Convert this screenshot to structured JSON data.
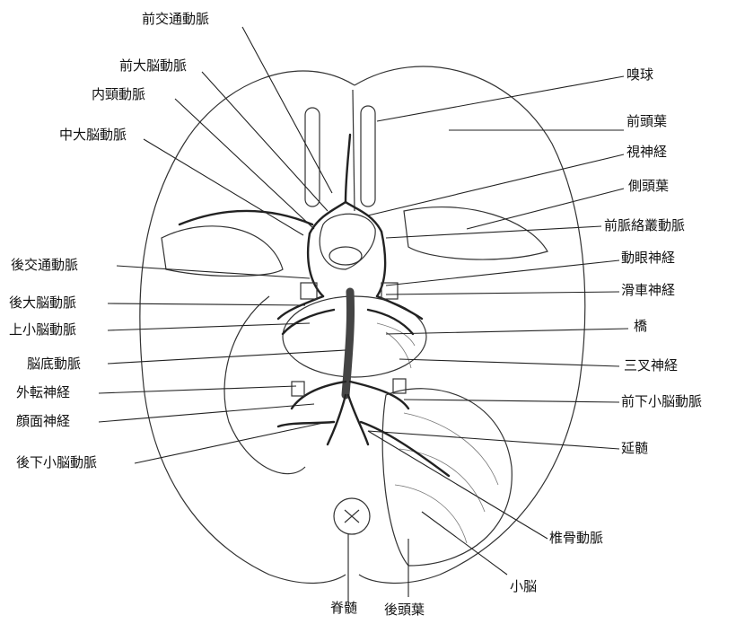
{
  "labels": {
    "anterior_communicating_artery": "前交通動脈",
    "anterior_cerebral_artery": "前大脳動脈",
    "internal_carotid_artery": "内頸動脈",
    "middle_cerebral_artery": "中大脳動脈",
    "olfactory_bulb": "嗅球",
    "frontal_lobe": "前頭葉",
    "optic_nerve": "視神経",
    "temporal_lobe": "側頭葉",
    "anterior_choroidal_artery": "前脈絡叢動脈",
    "oculomotor_nerve": "動眼神経",
    "posterior_communicating_artery": "後交通動脈",
    "trochlear_nerve": "滑車神経",
    "posterior_cerebral_artery": "後大脳動脈",
    "pons": "橋",
    "superior_cerebellar_artery": "上小脳動脈",
    "basilar_artery": "脳底動脈",
    "trigeminal_nerve": "三叉神経",
    "abducens_nerve": "外転神経",
    "anterior_inferior_cerebellar_artery": "前下小脳動脈",
    "facial_nerve": "顔面神経",
    "medulla_oblongata": "延髄",
    "posterior_inferior_cerebellar_artery": "後下小脳動脈",
    "vertebral_artery": "椎骨動脈",
    "cerebellum": "小脳",
    "spinal_cord": "脊髄",
    "occipital_lobe": "後頭葉"
  }
}
